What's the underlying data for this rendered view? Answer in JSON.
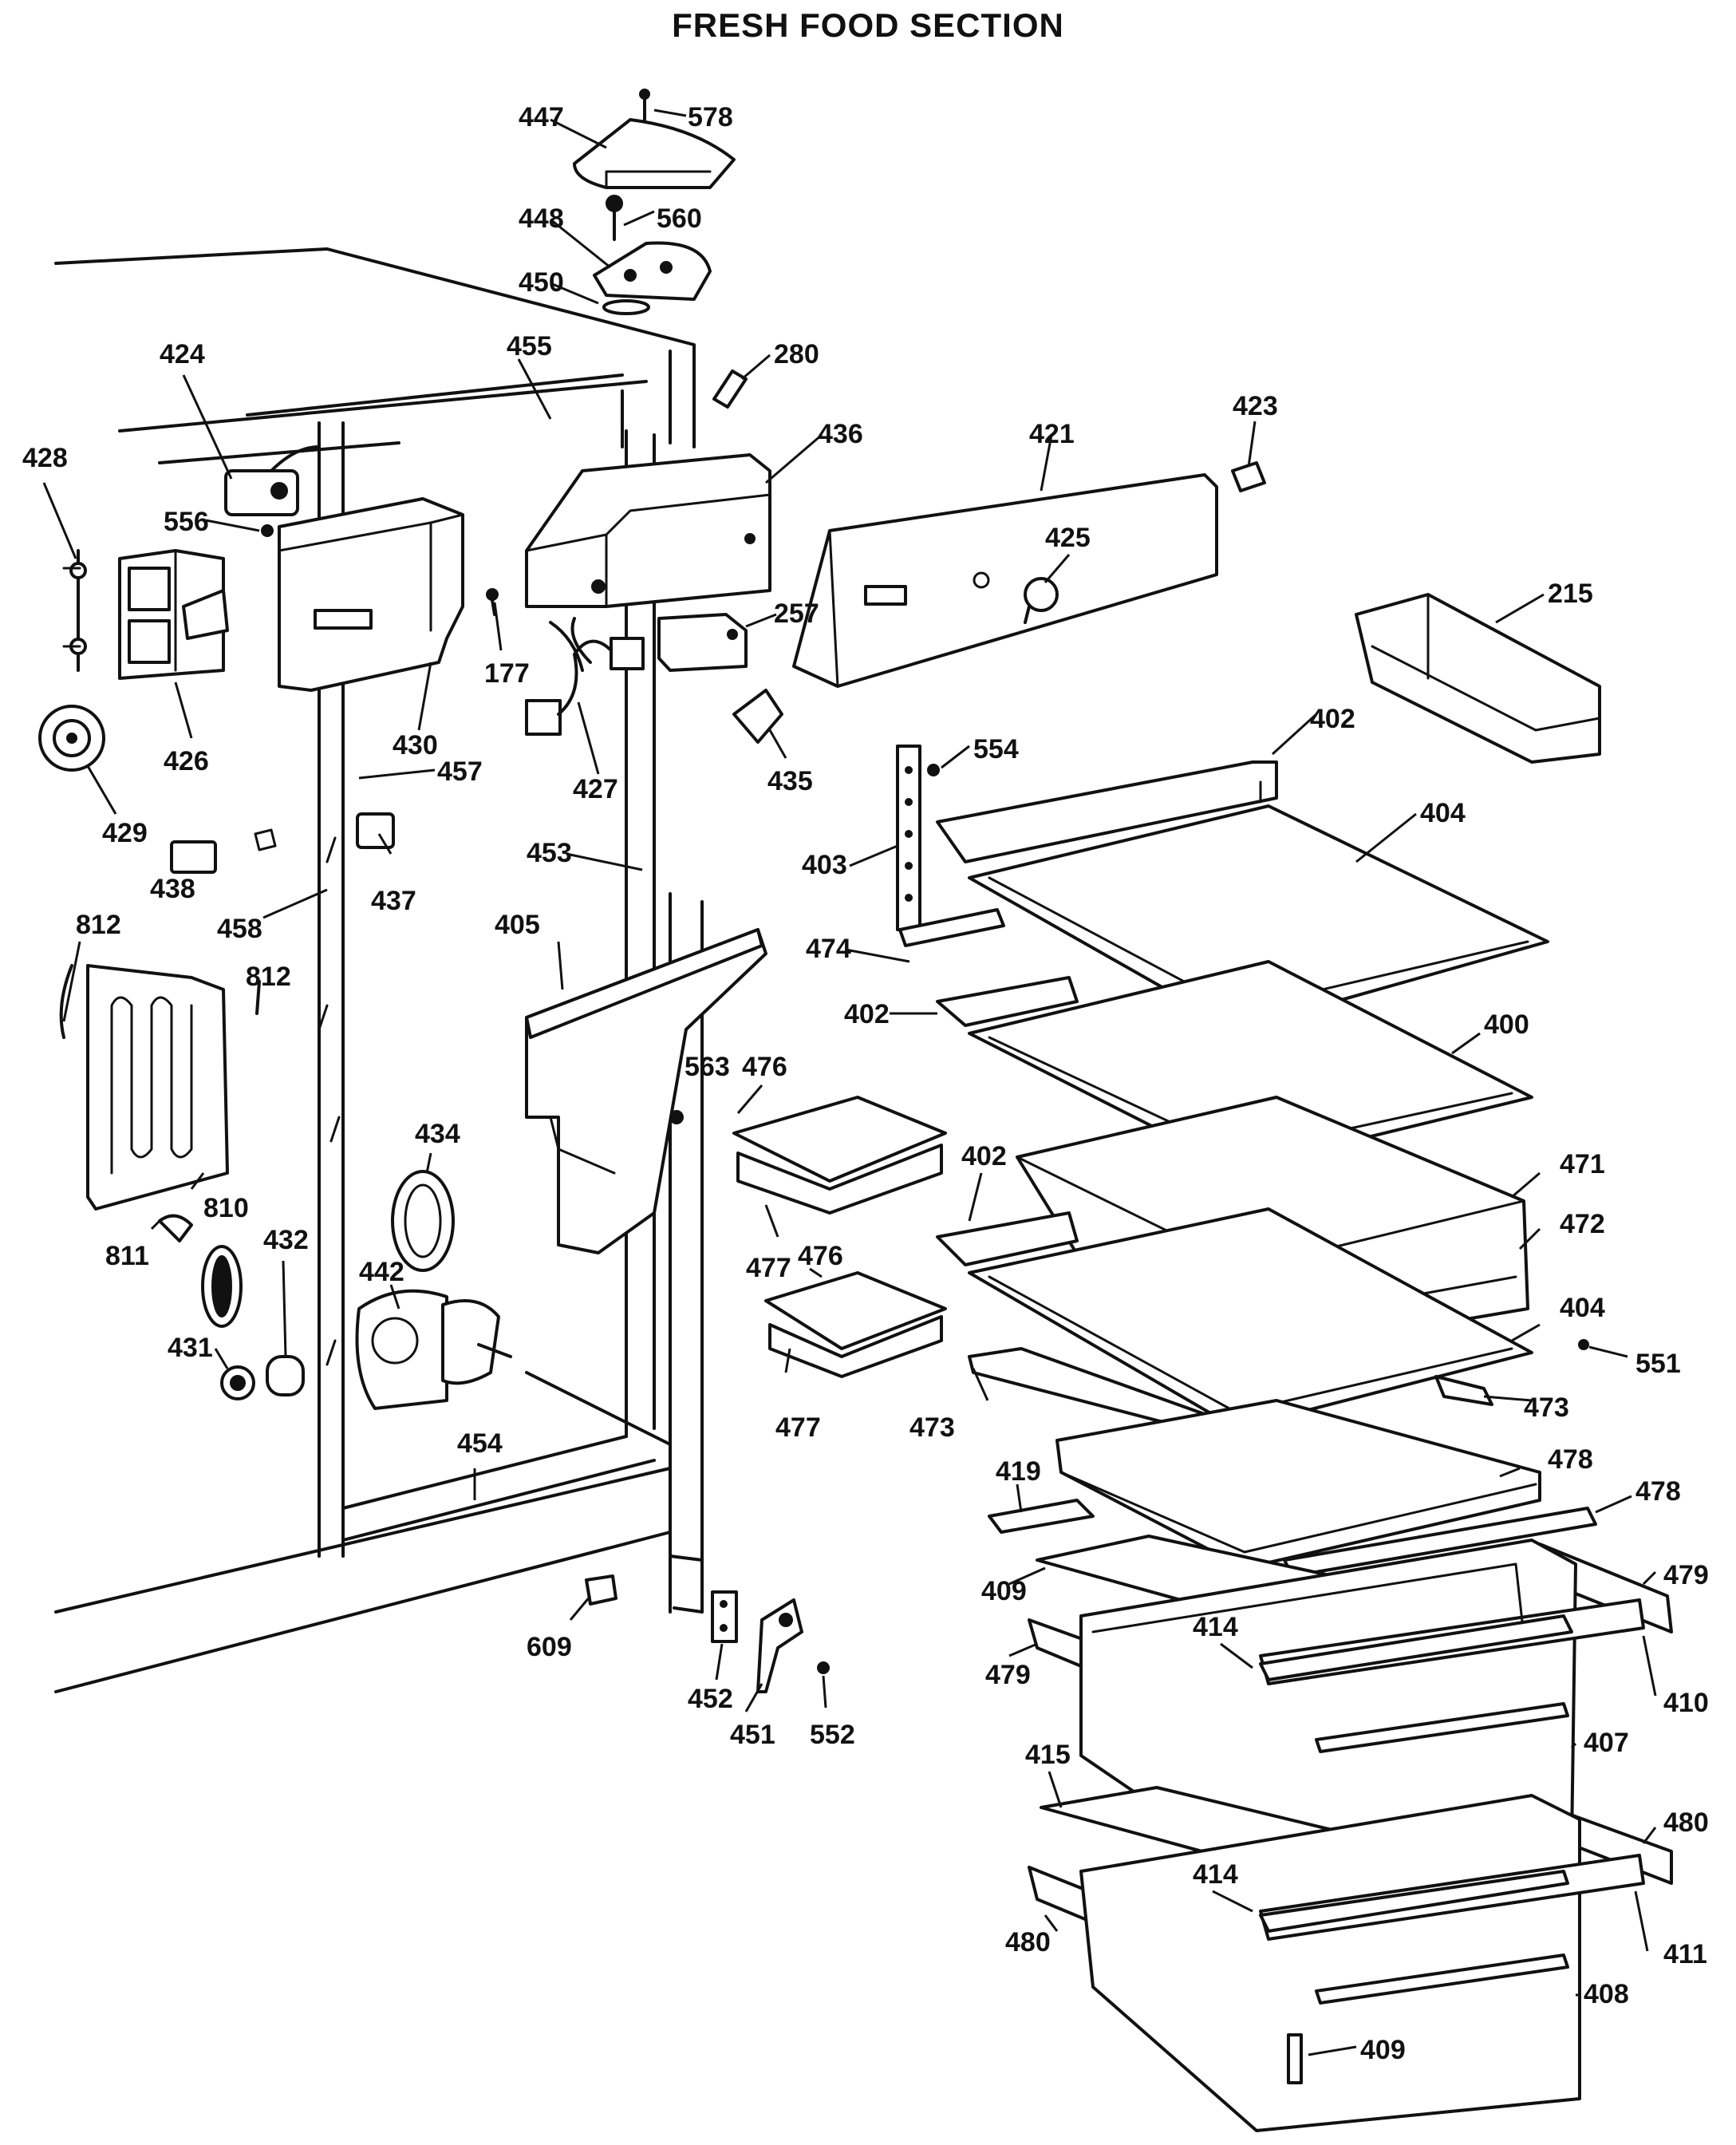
{
  "title": "FRESH FOOD SECTION",
  "labels": {
    "p447": "447",
    "p578": "578",
    "p448": "448",
    "p560": "560",
    "p450": "450",
    "p280": "280",
    "p424": "424",
    "p455": "455",
    "p436": "436",
    "p421": "421",
    "p423": "423",
    "p428": "428",
    "p556": "556",
    "p425": "425",
    "p177": "177",
    "p257": "257",
    "p215": "215",
    "p426": "426",
    "p430": "430",
    "p427": "427",
    "p435": "435",
    "p402a": "402",
    "p554": "554",
    "p429": "429",
    "p457": "457",
    "p404a": "404",
    "p453": "453",
    "p403": "403",
    "p438": "438",
    "p437": "437",
    "p458": "458",
    "p812a": "812",
    "p812b": "812",
    "p405": "405",
    "p474": "474",
    "p402b": "402",
    "p400": "400",
    "p476a": "476",
    "p563": "563",
    "p434": "434",
    "p810": "810",
    "p471": "471",
    "p402c": "402",
    "p472": "472",
    "p811": "811",
    "p432": "432",
    "p442": "442",
    "p477a": "477",
    "p476b": "476",
    "p404b": "404",
    "p431": "431",
    "p551": "551",
    "p473a": "473",
    "p473b": "473",
    "p477b": "477",
    "p454": "454",
    "p419": "419",
    "p478a": "478",
    "p478b": "478",
    "p479a": "479",
    "p409a": "409",
    "p609": "609",
    "p414a": "414",
    "p479b": "479",
    "p410": "410",
    "p452": "452",
    "p451": "451",
    "p552": "552",
    "p407": "407",
    "p415": "415",
    "p480a": "480",
    "p414b": "414",
    "p480b": "480",
    "p411": "411",
    "p408": "408",
    "p409b": "409"
  }
}
